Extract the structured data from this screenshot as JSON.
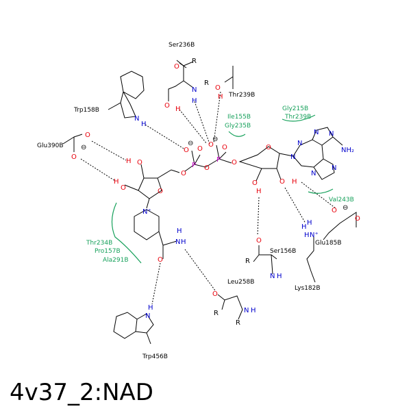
{
  "title": "4v37_2:NAD",
  "residues": {
    "ser236": "Ser236B",
    "trp158": "Trp158B",
    "thr239a": "Thr239B",
    "glu390": "Glu390B",
    "glu185": "Glu185B",
    "ser156": "Ser156B",
    "lys182": "Lys182B",
    "leu258": "Leu258B",
    "trp456": "Trp456B"
  },
  "hydrophobic": {
    "ile155": "Ile155B",
    "gly235": "Gly235B",
    "gly215": "Gly215B",
    "thr239b": "Thr239B",
    "val243": "Val243B",
    "thr234": "Thr234B",
    "pro157": "Pro157B",
    "ala291": "Ala291B"
  },
  "atoms": {
    "O": "O",
    "N": "N",
    "H": "H",
    "P": "P",
    "R": "R",
    "NH2": "NH₂",
    "Nplus": "N⁺",
    "minus": "⊖"
  },
  "colors": {
    "oxygen": "#e8000b",
    "nitrogen": "#0000cc",
    "phosphorus": "#cc00cc",
    "hydrophobic": "#15a05a",
    "bond": "#000000"
  }
}
